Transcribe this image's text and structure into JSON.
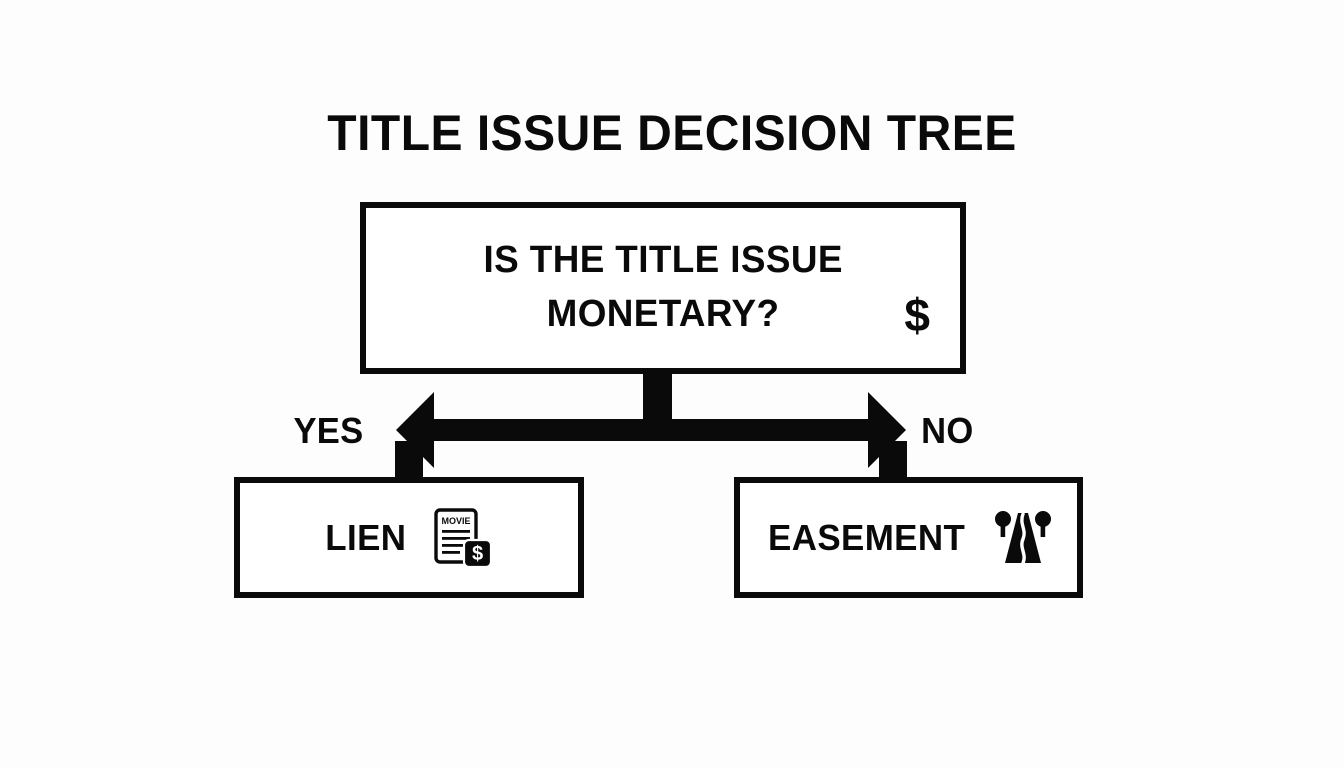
{
  "diagram": {
    "title": "TITLE ISSUE DECISION TREE",
    "background_color": "#fdfdfd",
    "stroke_color": "#0a0a0a",
    "fill_color": "#ffffff",
    "root": {
      "line1": "IS THE TITLE ISSUE",
      "line2": "MONETARY?",
      "icon": "dollar-sign-icon",
      "icon_glyph": "$"
    },
    "branches": [
      {
        "label": "YES",
        "direction": "left",
        "target": "LIEN"
      },
      {
        "label": "NO",
        "direction": "right",
        "target": "EASEMENT"
      }
    ],
    "leaves": [
      {
        "label": "LIEN",
        "icon": "invoice-document-dollar-icon",
        "icon_header_text": "MOVIE",
        "icon_line_count": 4,
        "icon_badge_glyph": "$"
      },
      {
        "label": "EASEMENT",
        "icon": "road-with-trees-icon",
        "icon_tree_count": 2
      }
    ]
  }
}
